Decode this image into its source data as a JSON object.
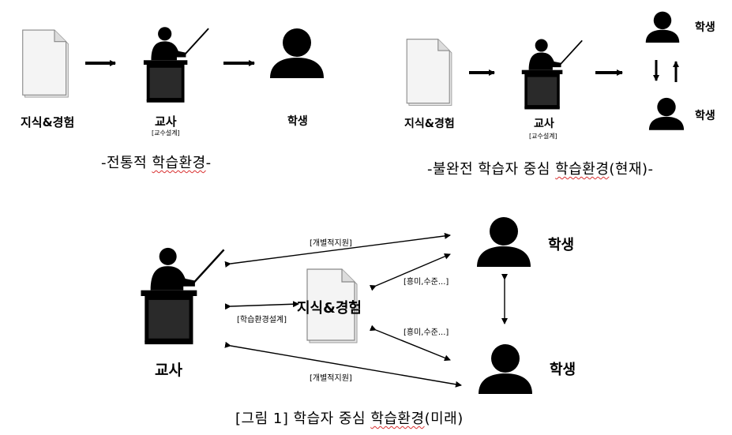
{
  "top_left": {
    "knowledge_label": "지식&경험",
    "teacher_label": "교사",
    "teacher_sub": "[교수설계]",
    "student_label": "학생",
    "caption_prefix": "-전통적 ",
    "caption_underlined": "학습환경",
    "caption_suffix": "-"
  },
  "top_right": {
    "knowledge_label": "지식&경험",
    "teacher_label": "교사",
    "teacher_sub": "[교수설계]",
    "student_top_label": "학생",
    "student_bottom_label": "학생",
    "caption_prefix": "-불완전 학습자 중심 ",
    "caption_underlined": "학습환경",
    "caption_suffix": "(현재)-"
  },
  "bottom": {
    "teacher_label": "교사",
    "knowledge_label": "지식&경험",
    "student_top_label": "학생",
    "student_bottom_label": "학생",
    "arrow_labels": {
      "individual_support_top": "[개별적지원]",
      "env_design": "[학습환경설계]",
      "interest_level_top": "[흥미,수준...]",
      "interest_level_bottom": "[흥미,수준...]",
      "individual_support_bottom": "[개별적지원]"
    },
    "caption_prefix": "[그림 1] 학습자 중심 ",
    "caption_underlined": "학습환경",
    "caption_suffix": "(미래)"
  }
}
